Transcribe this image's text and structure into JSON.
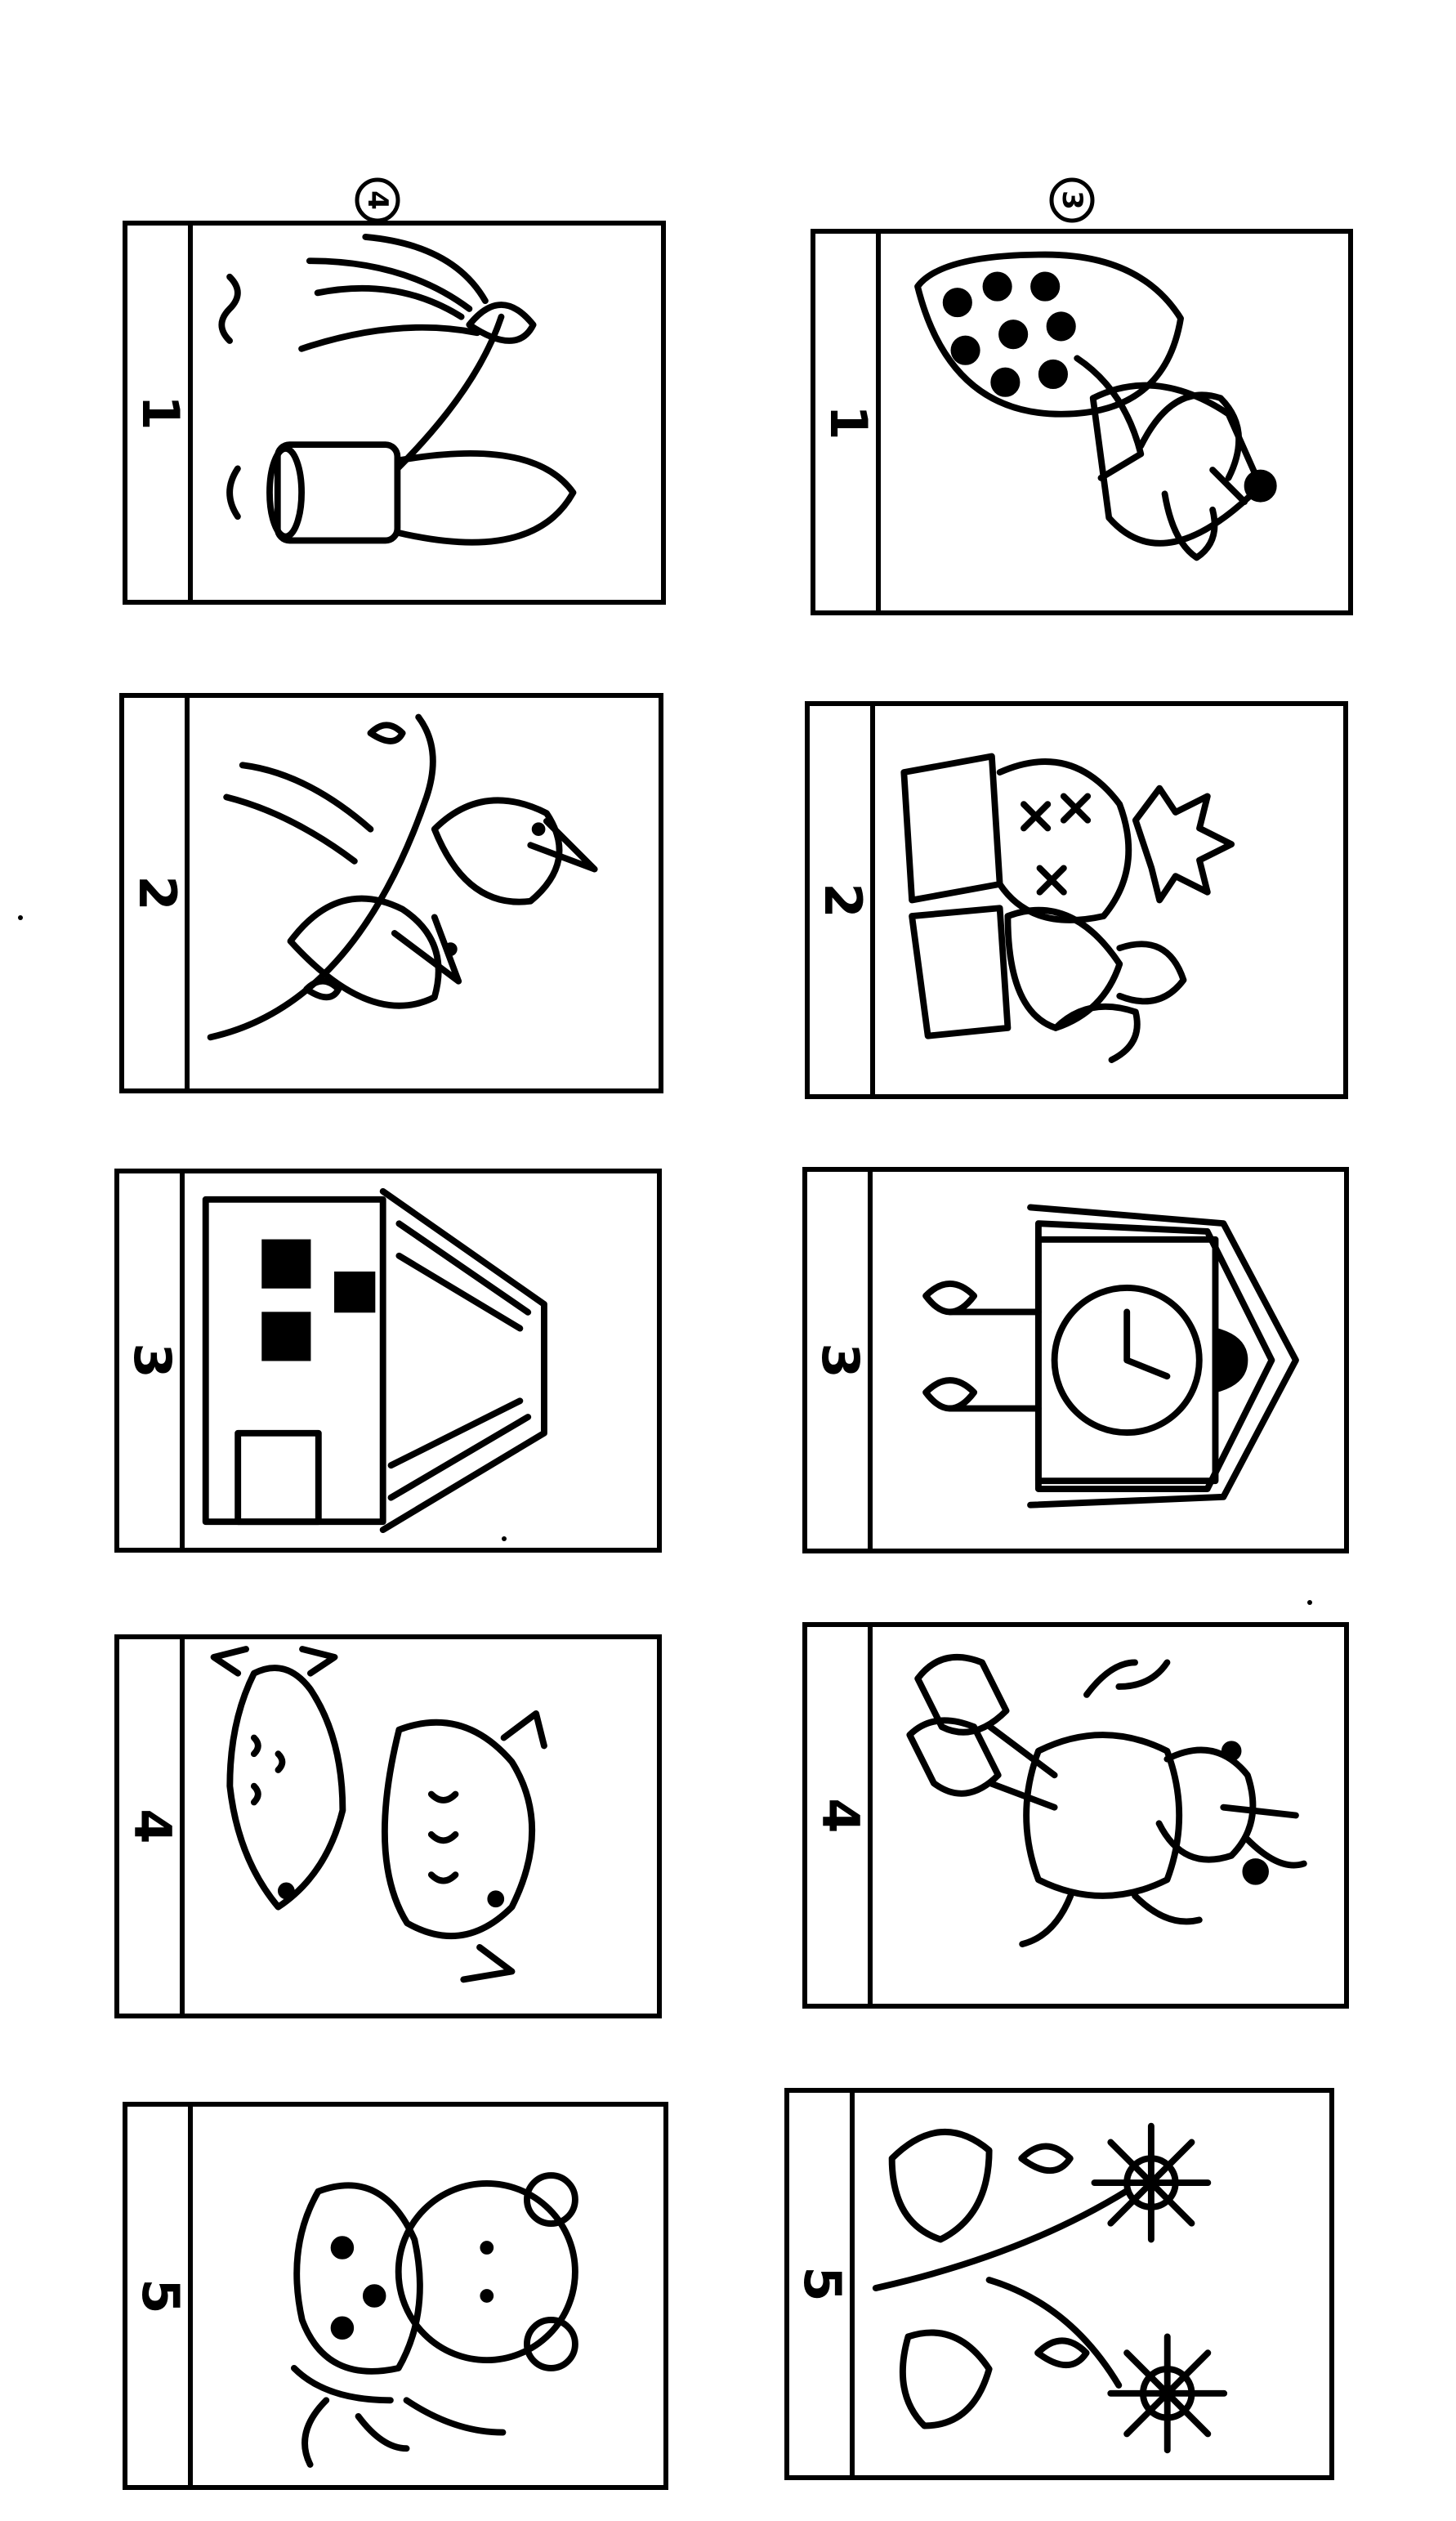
{
  "set_labels": {
    "left": "4",
    "right": "3"
  },
  "left_cards": [
    {
      "number": "1",
      "icon": "watering-can-icon"
    },
    {
      "number": "2",
      "icon": "woodpeckers-icon"
    },
    {
      "number": "3",
      "icon": "house-icon"
    },
    {
      "number": "4",
      "icon": "fish-icon"
    },
    {
      "number": "5",
      "icon": "bear-and-rabbit-icon"
    }
  ],
  "right_cards": [
    {
      "number": "1",
      "icon": "teapot-icon"
    },
    {
      "number": "2",
      "icon": "cactus-icon"
    },
    {
      "number": "3",
      "icon": "cuckoo-clock-icon"
    },
    {
      "number": "4",
      "icon": "pinocchio-icon"
    },
    {
      "number": "5",
      "icon": "flowers-icon"
    }
  ]
}
